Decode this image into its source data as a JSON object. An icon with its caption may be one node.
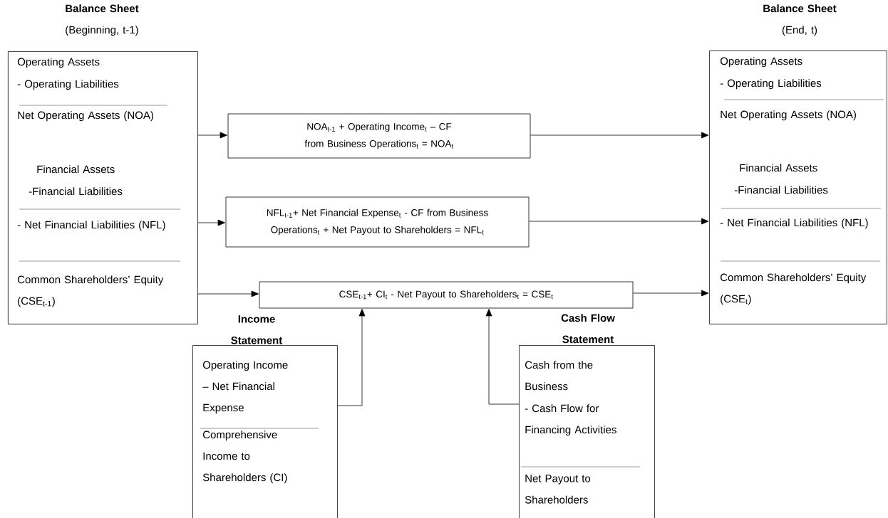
{
  "diagram": {
    "nodes": [
      {
        "text": [
          "Balance Sheet",
          "(Beginning, t-1)",
          "Operating Assets",
          "- Operating Liabilities",
          "Net Operating Assets (NOA)",
          "Financial Assets",
          "-Financial Liabilities",
          "- Net Financial Liabilities (NFL)",
          "Common Shareholders’ Equity (CSE$_{t-1}$)"
        ]
      },
      {
        "text": [
          "NOA$_{t-1}$ + Operating Income$_{t}$ – CF from Business Operations$_{t}$ = NOA$_{t}$"
        ]
      },
      {
        "text": [
          "NFL$_{t-1}$+ Net Financial Expense$_{t}$ - CF from Business Operations$_{t}$ + Net Payout to Shareholders = NFL$_{t}$"
        ]
      },
      {
        "text": [
          "CSE$_{t-1}$+ CI$_{t}$ - Net Payout to Shareholders$_{t}$ = CSE$_{t}$"
        ]
      },
      {
        "text": [
          "Balance Sheet",
          "(End, t)",
          "Operating Assets",
          "- Operating Liabilities",
          "Net Operating Assets (NOA)",
          "Financial Assets",
          "-Financial Liabilities",
          "- Net Financial Liabilities (NFL)",
          "Common Shareholders’ Equity (CSE$_{t}$)"
        ]
      },
      {
        "text": [
          "Income Statement",
          "Operating Income – Net Financial Expense",
          "Comprehensive Income to Shareholders (CI)"
        ]
      },
      {
        "text": [
          "Cash Flow Statement",
          "Cash from the Business",
          "- Cash Flow for Financing Activities",
          "Net Payout to Shareholders"
        ]
      }
    ],
    "edges": [
      {
        "from": 0,
        "to": 1,
        "arrow": "to"
      },
      {
        "from": 1,
        "to": 4,
        "arrow": "to"
      },
      {
        "from": 0,
        "to": 2,
        "arrow": "to"
      },
      {
        "from": 2,
        "to": 4,
        "arrow": "to"
      },
      {
        "from": 0,
        "to": 3,
        "arrow": "to"
      },
      {
        "from": 3,
        "to": 4,
        "arrow": "to"
      },
      {
        "from": 5,
        "to": 3,
        "arrow": "to"
      },
      {
        "from": 6,
        "to": 3,
        "arrow": "to"
      }
    ]
  }
}
